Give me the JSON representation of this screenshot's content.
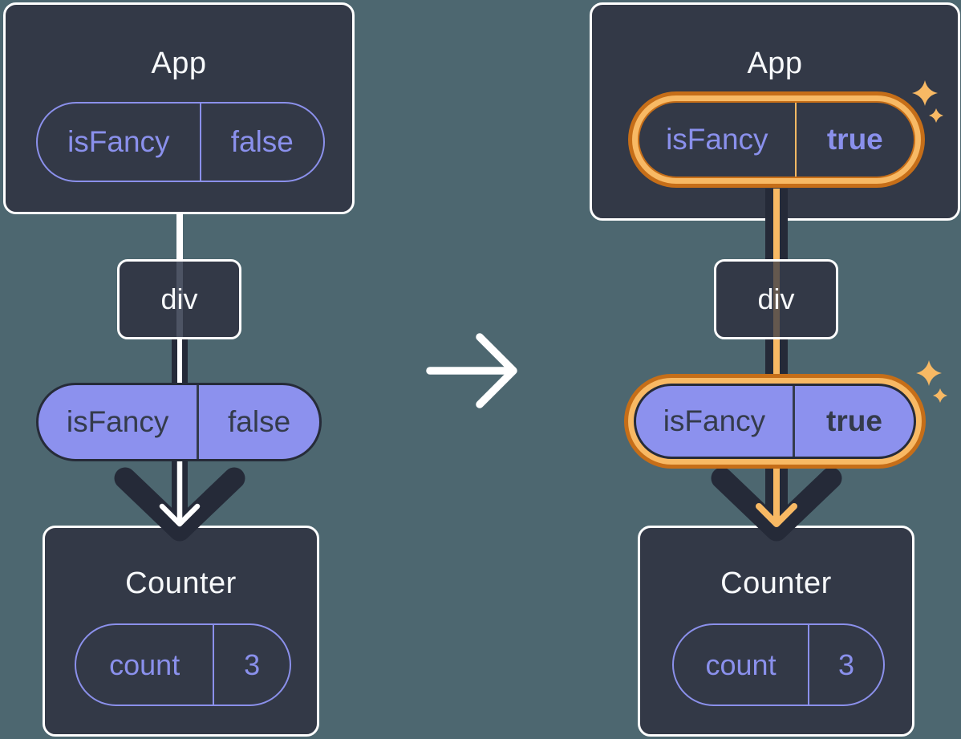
{
  "diagram_title": "state flow before and after isFancy toggles",
  "colors": {
    "background": "#4D6770",
    "box_background": "#333947",
    "box_border": "#FFFFFF",
    "purple_accent": "#8A90EC",
    "purple_fill": "#8C91EE",
    "dark_ink": "#252A38",
    "highlight_orange": "#F8B964",
    "highlight_orange_dark": "#C66E18"
  },
  "icons": {
    "transition": "right-arrow-icon",
    "flow": "down-arrow-icon",
    "highlight": "sparkle-icon"
  },
  "panels": [
    {
      "name": "before",
      "app": {
        "title": "App",
        "state_pill": {
          "label": "isFancy",
          "value": "false",
          "highlighted": false
        }
      },
      "dom_node": {
        "label": "div"
      },
      "prop_pill": {
        "label": "isFancy",
        "value": "false",
        "highlighted": false
      },
      "counter": {
        "title": "Counter",
        "state_pill": {
          "label": "count",
          "value": "3"
        }
      }
    },
    {
      "name": "after",
      "app": {
        "title": "App",
        "state_pill": {
          "label": "isFancy",
          "value": "true",
          "highlighted": true
        }
      },
      "dom_node": {
        "label": "div"
      },
      "prop_pill": {
        "label": "isFancy",
        "value": "true",
        "highlighted": true
      },
      "counter": {
        "title": "Counter",
        "state_pill": {
          "label": "count",
          "value": "3"
        }
      }
    }
  ]
}
